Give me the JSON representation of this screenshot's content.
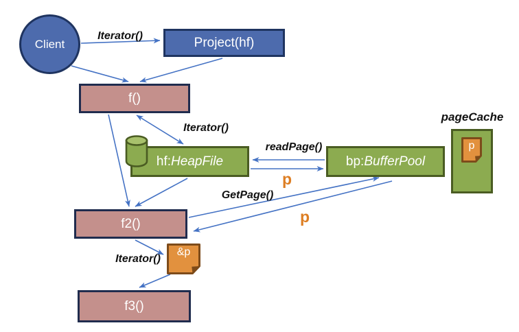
{
  "colors": {
    "blue_fill": "#4d6bad",
    "blue_border": "#1f3460",
    "rose_fill": "#c4908c",
    "rose_border": "#202c4e",
    "green_fill": "#8cab50",
    "green_border": "#4a5c22",
    "green_light": "#a8c16c",
    "orange_fill": "#e2913e",
    "orange_border": "#7d4b1a",
    "orange_text": "#dd7e23",
    "arrow": "#4472c4"
  },
  "nodes": {
    "client": {
      "label": "Client"
    },
    "project": {
      "label": "Project(hf)"
    },
    "f": {
      "label": "f()"
    },
    "heapfile": {
      "prefix": "hf:",
      "name": "HeapFile"
    },
    "bufferpool": {
      "prefix": "bp:",
      "name": "BufferPool"
    },
    "f2": {
      "label": "f2()"
    },
    "f3": {
      "label": "f3()"
    },
    "page_cache": {
      "label": "pageCache",
      "note_label": "p"
    },
    "amp_p_note": {
      "label": "&p"
    }
  },
  "edge_labels": {
    "iterator_top": "Iterator()",
    "iterator_mid": "Iterator()",
    "iterator_bottom": "Iterator()",
    "read_page": "readPage()",
    "get_page": "GetPage()",
    "p_return_top": "p",
    "p_return_bottom": "p"
  }
}
